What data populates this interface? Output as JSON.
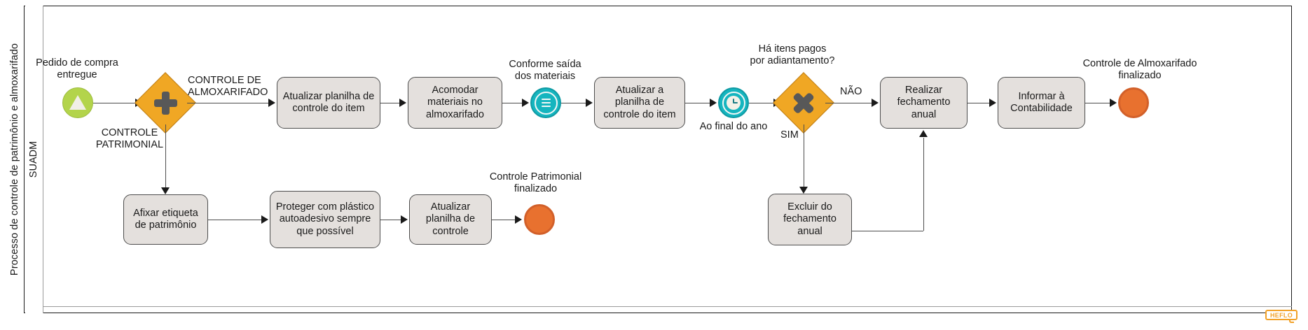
{
  "pool": {
    "label": "Processo de controle  de patrimônio e  almoxarifado",
    "lane": "SUADM"
  },
  "events": {
    "start": {
      "label": "Pedido de compra\nentregue",
      "icon": "signal-triangle-icon",
      "color": "#b3d44b"
    },
    "rule_intermediate": {
      "label": "Conforme saída\ndos materiais",
      "icon": "rule-list-icon",
      "color": "#15b5bf"
    },
    "timer_intermediate": {
      "label": "Ao final do ano",
      "icon": "timer-clock-icon",
      "color": "#15b5bf"
    },
    "end_almoxarifado": {
      "label": "Controle de Almoxarifado\nfinalizado",
      "color": "#e8712f"
    },
    "end_patrimonial": {
      "label": "Controle Patrimonial\nfinalizado",
      "color": "#e8712f"
    }
  },
  "gateways": {
    "parallel": {
      "type": "parallel",
      "icon": "plus-icon",
      "color": "#f0a724",
      "branch_top": "CONTROLE DE\nALMOXARIFADO",
      "branch_bottom": "CONTROLE\nPATRIMONIAL"
    },
    "exclusive": {
      "type": "exclusive",
      "icon": "x-icon",
      "color": "#f0a724",
      "question": "Há itens pagos\npor adiantamento?",
      "branch_no": "NÃO",
      "branch_yes": "SIM"
    }
  },
  "tasks": [
    {
      "id": "t1",
      "label": "Atualizar planilha\nde controle do\nitem"
    },
    {
      "id": "t2",
      "label": "Acomodar\nmateriais no\nalmoxarifado"
    },
    {
      "id": "t3",
      "label": "Atualizar a\nplanilha de\ncontrole do\nitem"
    },
    {
      "id": "t4",
      "label": "Realizar\nfechamento\nanual"
    },
    {
      "id": "t5",
      "label": "Informar à\nContabilidade"
    },
    {
      "id": "t6",
      "label": "Afixar\netiqueta de\npatrimônio"
    },
    {
      "id": "t7",
      "label": "Proteger com\nplástico\nautoadesivo sempre\nque possível"
    },
    {
      "id": "t8",
      "label": "Atualizar\nplanilha de\ncontrole"
    },
    {
      "id": "t9",
      "label": "Excluir do\nfechamento\nanual"
    }
  ],
  "branding": {
    "logo_text": "HEFLO",
    "logo_color": "#f2a127"
  }
}
